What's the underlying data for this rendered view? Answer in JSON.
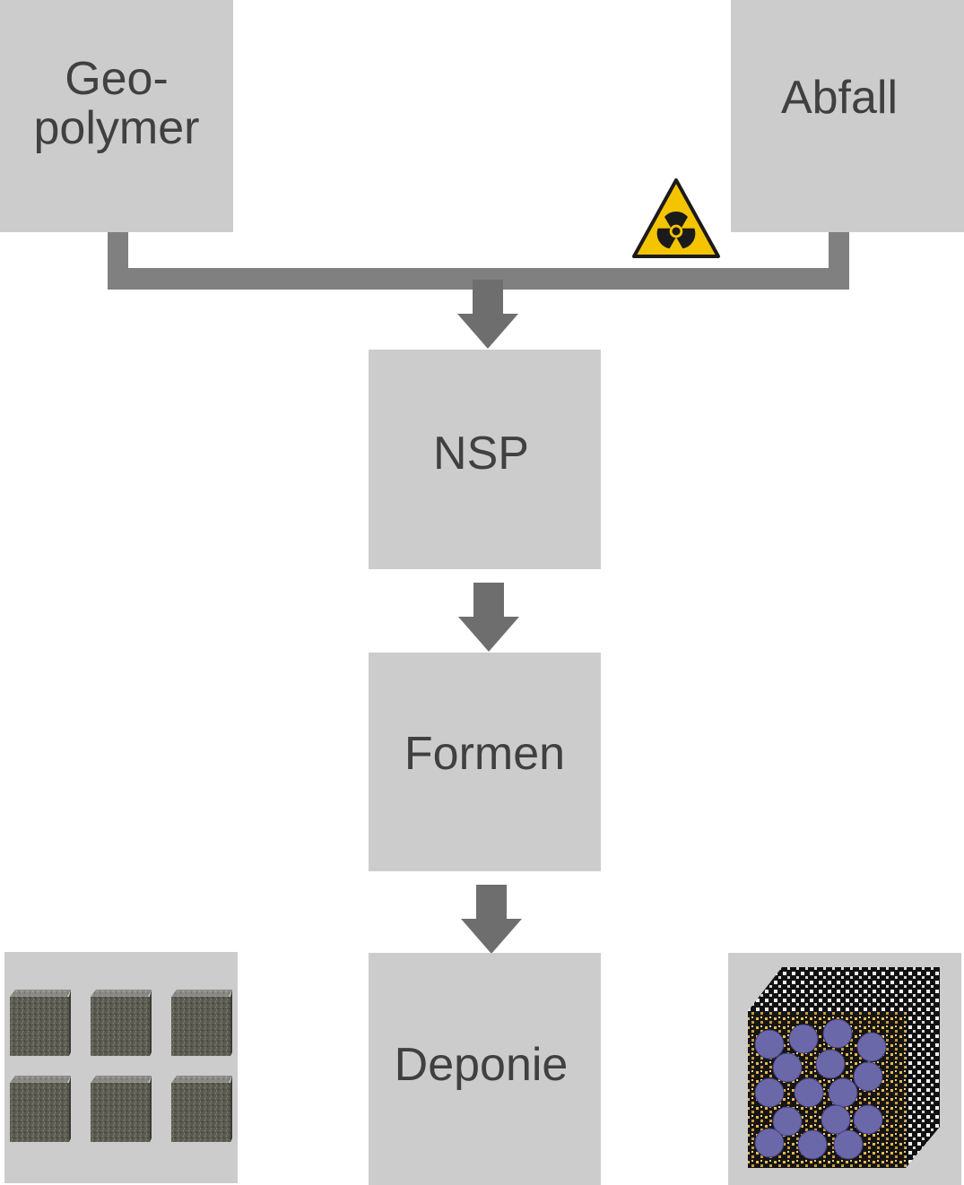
{
  "colors": {
    "box_fill": "#cccccc",
    "text": "#404040",
    "connector": "#808080",
    "arrow": "#6e6e6e",
    "hazard_yellow": "#f4c400",
    "particle": "#6a68a8"
  },
  "nodes": {
    "geopolymer": {
      "line1": "Geo-",
      "line2": "polymer"
    },
    "abfall": {
      "label": "Abfall"
    },
    "nsp": {
      "label": "NSP"
    },
    "formen": {
      "label": "Formen"
    },
    "deponie": {
      "label": "Deponie"
    }
  },
  "icons": {
    "hazard": "radiation-warning-icon",
    "blocks": "concrete-blocks-image",
    "cube": "waste-matrix-cube-image"
  }
}
